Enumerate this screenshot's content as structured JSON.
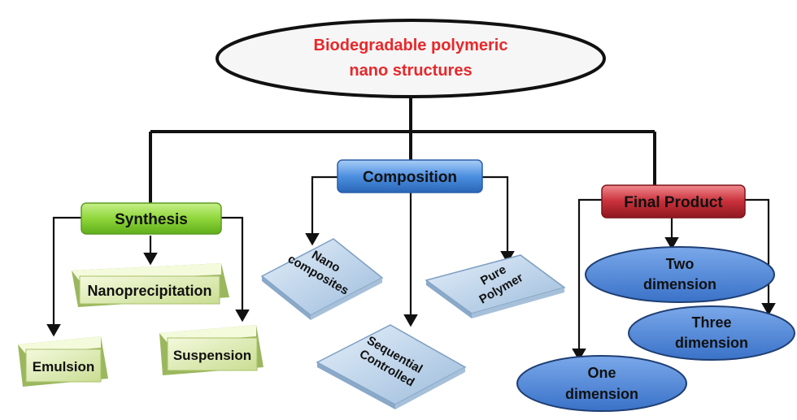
{
  "root": {
    "line1": "Biodegradable polymeric",
    "line2": "nano structures"
  },
  "branches": {
    "synthesis": {
      "label": "Synthesis",
      "children": {
        "nanoprecipitation": "Nanoprecipitation",
        "emulsion": "Emulsion",
        "suspension": "Suspension"
      }
    },
    "composition": {
      "label": "Composition",
      "children": {
        "nano_composites": {
          "line1": "Nano",
          "line2": "composites"
        },
        "pure_polymer": {
          "line1": "Pure",
          "line2": "Polymer"
        },
        "sequential_controlled": {
          "line1": "Sequential",
          "line2": "Controlled"
        }
      }
    },
    "final_product": {
      "label": "Final Product",
      "children": {
        "two_dimension": {
          "line1": "Two",
          "line2": "dimension"
        },
        "three_dimension": {
          "line1": "Three",
          "line2": "dimension"
        },
        "one_dimension": {
          "line1": "One",
          "line2": "dimension"
        }
      }
    }
  },
  "colors": {
    "root_text": "#e8282b",
    "synthesis_fill": "#8fd63a",
    "composition_fill": "#4d8fe0",
    "final_product_fill": "#c9303a",
    "synthesis_child_fill": "#d6e7a8",
    "composition_child_fill": "#bcd3ea",
    "final_product_child_fill": "#4d86d8",
    "connector": "#111111"
  }
}
